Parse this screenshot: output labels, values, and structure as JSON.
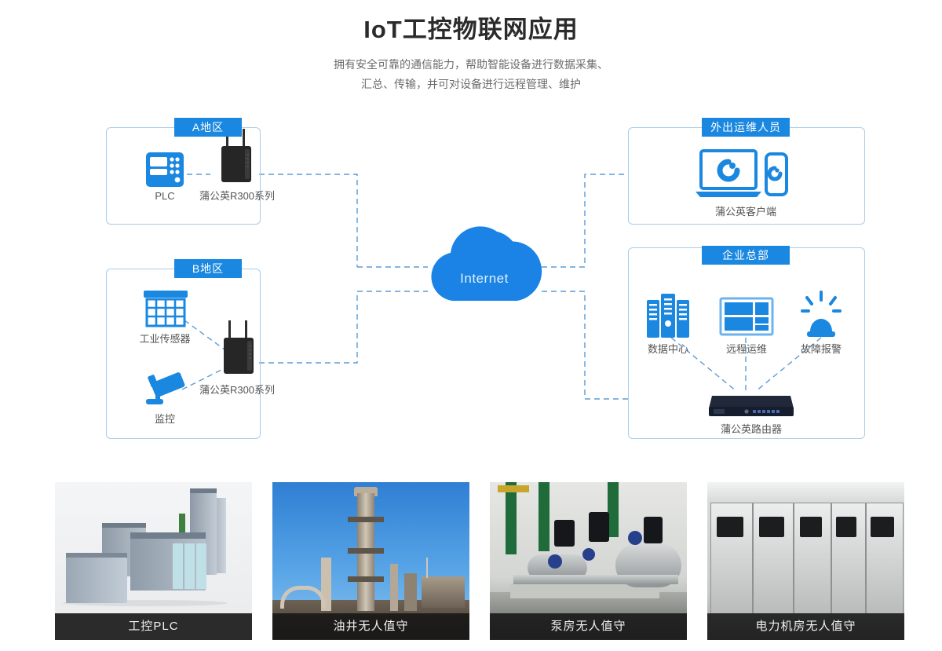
{
  "header": {
    "title": "IoT工控物联网应用",
    "subtitle_line1": "拥有安全可靠的通信能力，帮助智能设备进行数据采集、",
    "subtitle_line2": "汇总、传输，并可对设备进行远程管理、维护"
  },
  "diagram": {
    "cloud_label": "Internet",
    "zones": [
      {
        "id": "area-a",
        "title": "A地区",
        "nodes": [
          {
            "icon": "plc-icon",
            "label": "PLC"
          },
          {
            "icon": "router-box-icon",
            "label": "蒲公英R300系列"
          }
        ]
      },
      {
        "id": "area-b",
        "title": "B地区",
        "nodes": [
          {
            "icon": "industrial-sensor-icon",
            "label": "工业传感器"
          },
          {
            "icon": "cctv-camera-icon",
            "label": "监控"
          },
          {
            "icon": "router-box-icon",
            "label": "蒲公英R300系列"
          }
        ]
      },
      {
        "id": "field-staff",
        "title": "外出运维人员",
        "nodes": [
          {
            "icon": "laptop-phone-client-icon",
            "label": "蒲公英客户端"
          }
        ]
      },
      {
        "id": "headquarters",
        "title": "企业总部",
        "nodes": [
          {
            "icon": "data-center-icon",
            "label": "数据中心"
          },
          {
            "icon": "remote-ops-icon",
            "label": "远程运维"
          },
          {
            "icon": "fault-alarm-icon",
            "label": "故障报警"
          },
          {
            "icon": "rack-router-icon",
            "label": "蒲公英路由器"
          }
        ]
      }
    ]
  },
  "cards": [
    {
      "caption": "工控PLC",
      "photo": "industrial-plc-photo"
    },
    {
      "caption": "油井无人值守",
      "photo": "oil-well-photo"
    },
    {
      "caption": "泵房无人值守",
      "photo": "pump-room-photo"
    },
    {
      "caption": "电力机房无人值守",
      "photo": "power-room-photo"
    }
  ],
  "colors": {
    "accent": "#1a87e0",
    "cloud": "#1b83e5",
    "zone_border": "#a8cdea",
    "link": "#5b9bd5",
    "caption_bar": "#2b2b2b"
  }
}
